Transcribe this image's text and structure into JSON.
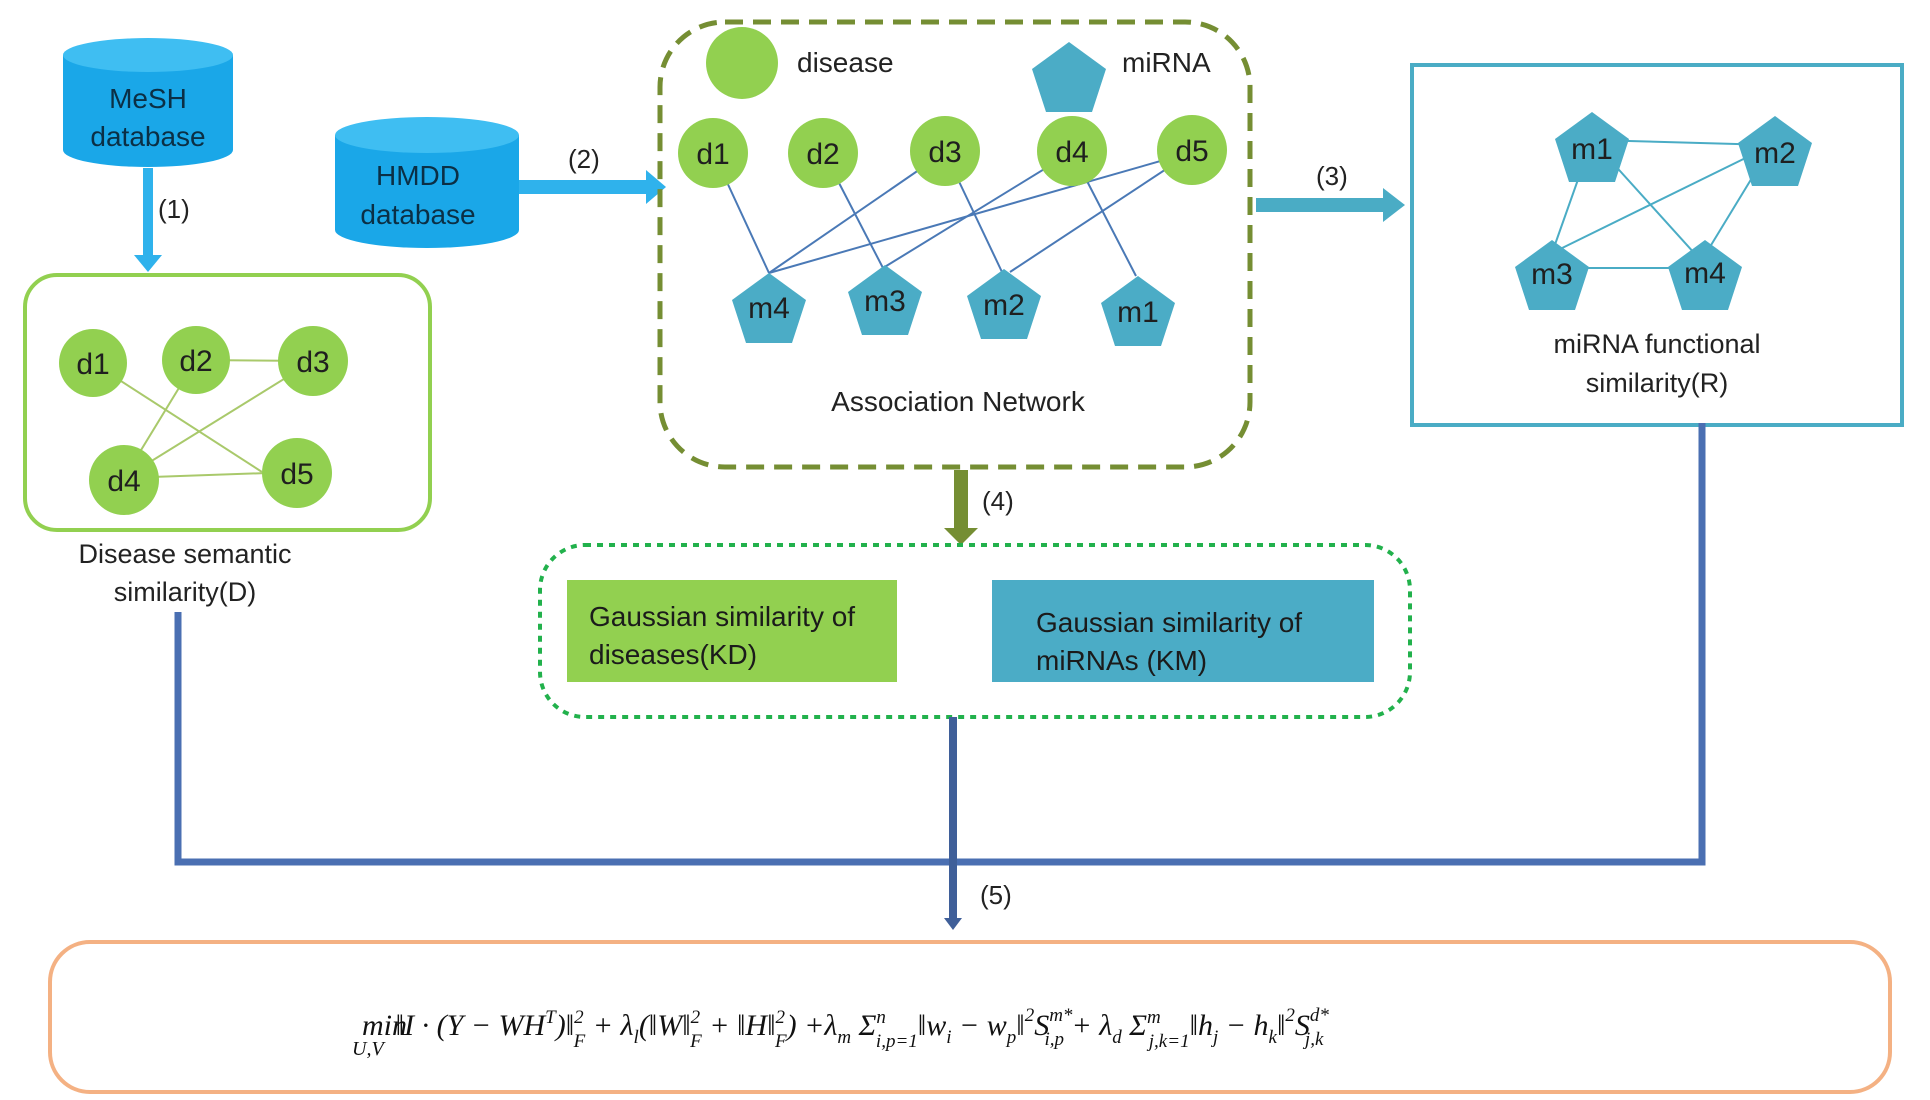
{
  "databases": {
    "mesh": {
      "line1": "MeSH",
      "line2": "database"
    },
    "hmdd": {
      "line1": "HMDD",
      "line2": "database"
    }
  },
  "steps": {
    "s1": "(1)",
    "s2": "(2)",
    "s3": "(3)",
    "s4": "(4)",
    "s5": "(5)"
  },
  "legend": {
    "disease": "disease",
    "mirna": "miRNA"
  },
  "disease_similarity": {
    "nodes": [
      "d1",
      "d2",
      "d3",
      "d4",
      "d5"
    ],
    "caption_line1": "Disease semantic",
    "caption_line2": "similarity(D)"
  },
  "association_network": {
    "diseases": [
      "d1",
      "d2",
      "d3",
      "d4",
      "d5"
    ],
    "mirnas": [
      "m4",
      "m3",
      "m2",
      "m1"
    ],
    "caption": "Association Network"
  },
  "mirna_similarity": {
    "nodes": [
      "m1",
      "m2",
      "m3",
      "m4"
    ],
    "caption_line1": "miRNA functional",
    "caption_line2": "similarity(R)"
  },
  "gaussian": {
    "kd_line1": "Gaussian similarity of",
    "kd_line2": "diseases(KD)",
    "km_line1": "Gaussian similarity of",
    "km_line2": "miRNAs (KM)"
  },
  "objective": {
    "min": "min",
    "min_sub": "U,V",
    "t1": "‖I · (Y − WH",
    "t1_sup": "T",
    "t2": ")‖",
    "t2_sup": "2",
    "t2_sub": "F",
    "t3": " + λ",
    "t3_sub": "l",
    "t4": "(‖W‖",
    "t4_sup": "2",
    "t4_sub": "F",
    "t5": " + ‖H‖",
    "t5_sup": "2",
    "t5_sub": "F",
    "t6": ") +λ",
    "t6_sub": "m",
    "t7": " Σ",
    "t7_sup": "n",
    "t7_sub": "i,p=1",
    "t8": "‖w",
    "t8_sub": "i",
    "t9": " − w",
    "t9_sub": "p",
    "t10": "‖",
    "t10_sup": "2",
    "t11": "S",
    "t11_sup": "m*",
    "t11_sub": "i,p",
    "t12": " + λ",
    "t12_sub": "d",
    "t13": " Σ",
    "t13_sup": "m",
    "t13_sub": "j,k=1",
    "t14": "‖h",
    "t14_sub": "j",
    "t15": " − h",
    "t15_sub": "k",
    "t16": "‖",
    "t16_sup": "2",
    "t17": "S",
    "t17_sup": "d*",
    "t17_sub": "j,k"
  },
  "colors": {
    "green_node": "#92d050",
    "mirna_node": "#4bacc6",
    "database": "#1aa7e8",
    "arrow_light_blue": "#2fb2ec",
    "arrow_teal": "#4aacc5",
    "dark_green": "#758e33",
    "dark_blue_line": "#4a6fb2",
    "peach": "#f4b183"
  }
}
